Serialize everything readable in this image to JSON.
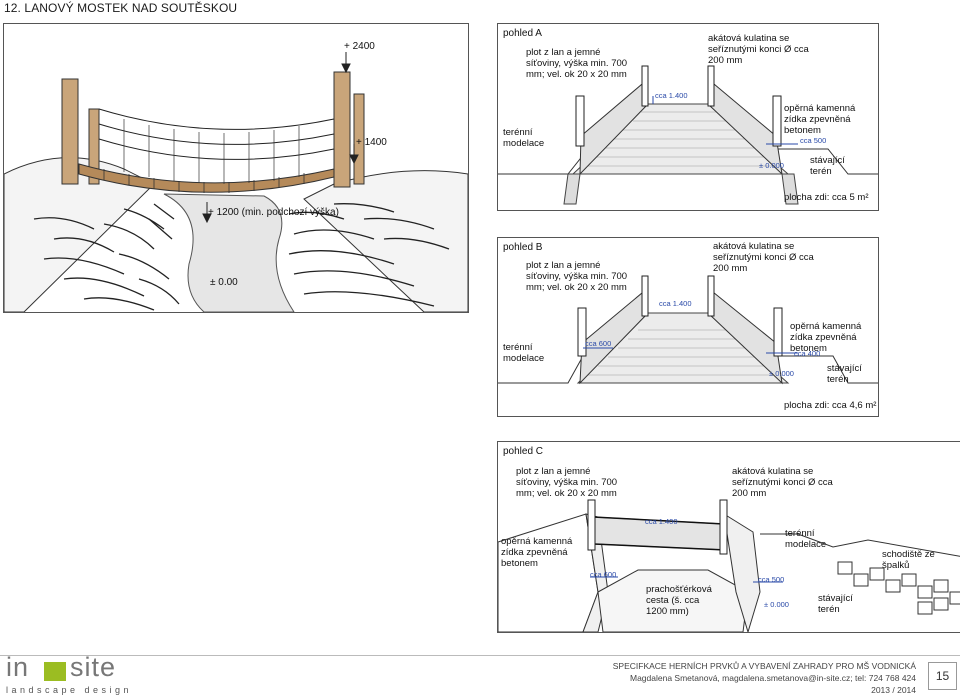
{
  "page_title": "12. LANOVÝ MOSTEK NAD SOUTĚSKOU",
  "sketch": {
    "label_2400": "+ 2400",
    "label_1400": "+ 1400",
    "label_1200": "+ 1200  (min. podchozí výška)",
    "label_000": "± 0.00"
  },
  "view_a": {
    "title": "pohled A",
    "net": "plot z lan a jemné síťoviny, výška min. 700 mm; vel. ok 20 x 20 mm",
    "wood": "akátová kulatina se seříznutými konci Ø cca 200 mm",
    "h1400": "cca 1.400",
    "wall": "opěrná kamenná zídka zpevněná betonem",
    "w500": "cca 500",
    "terrain_model": "terénní modelace",
    "zero": "± 0.000",
    "existing": "stávající terén",
    "area": "plocha zdi: cca 5 m²"
  },
  "view_b": {
    "title": "pohled B",
    "net": "plot z lan a jemné síťoviny, výška min. 700 mm; vel. ok 20 x 20 mm",
    "wood": "akátová kulatina se seříznutými konci Ø cca 200 mm",
    "h1400": "cca 1.400",
    "w600": "cca 600",
    "wall": "opěrná kamenná zídka zpevněná betonem",
    "w400": "cca 400",
    "terrain_model": "terénní modelace",
    "zero": "± 0.000",
    "existing": "stávající terén",
    "area": "plocha zdi: cca 4,6 m²"
  },
  "view_c": {
    "title": "pohled C",
    "net": "plot z lan a jemné síťoviny, výška min. 700 mm; vel. ok 20 x 20 mm",
    "wood": "akátová kulatina se seříznutými konci Ø cca 200 mm",
    "wall": "opěrná kamenná zídka zpevněná betonem",
    "h1400": "cca 1.400",
    "terrain_model": "terénní modelace",
    "stairs": "schodiště ze špalků",
    "w600": "cca 600",
    "path": "prachošťérková cesta (š. cca 1200 mm)",
    "w500": "cca 500",
    "zero": "± 0.000",
    "existing": "stávající terén"
  },
  "footer": {
    "logo_in": "in",
    "logo_site": "site",
    "logo_sub": "landscape design",
    "line1": "SPECIFKACE HERNÍCH PRVKŮ A VYBAVENÍ ZAHRADY PRO MŠ VODNICKÁ",
    "line2": "Magdalena Smetanová, magdalena.smetanova@in-site.cz; tel: 724 768 424",
    "line3": "2013 / 2014",
    "page": "15"
  },
  "colors": {
    "accent": "#9bbd22",
    "wood": "#c9a57a",
    "ground": "#dcdcdc",
    "dim_blue": "#2a4aa8"
  }
}
